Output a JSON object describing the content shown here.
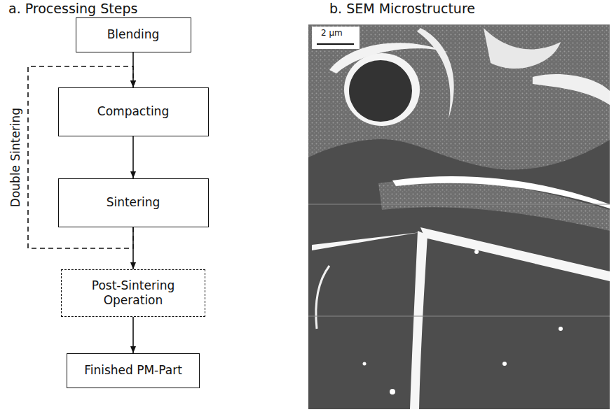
{
  "diagram": {
    "nodes": [
      {
        "text": [
          "Blending"
        ]
      },
      {
        "text": [
          "Compacting"
        ]
      },
      {
        "text": [
          "Sintering"
        ]
      },
      {
        "text": [
          "Post-Sintering Operation"
        ]
      },
      {
        "text": [
          "Finished PM-Part"
        ]
      }
    ],
    "edges": [
      {
        "from": 0,
        "to": 1,
        "arrow": "to"
      },
      {
        "from": 1,
        "to": 2,
        "arrow": "to"
      },
      {
        "from": 2,
        "to": 3,
        "arrow": "to"
      },
      {
        "from": 3,
        "to": 4,
        "arrow": "to"
      },
      {
        "from": 2,
        "to": 1,
        "label": "Double Sintering",
        "arrow": "to"
      }
    ],
    "labels": [
      "a. Processing Steps",
      "b. SEM Microstructure",
      "2 μm"
    ]
  }
}
